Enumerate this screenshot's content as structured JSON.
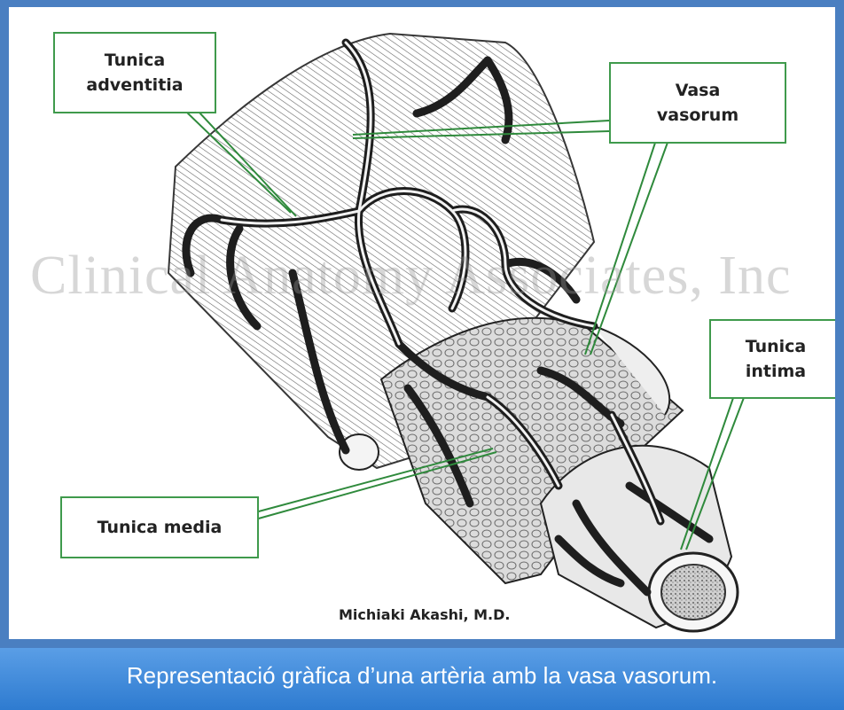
{
  "labels": {
    "tunica_adventitia": [
      "Tunica",
      "adventitia"
    ],
    "vasa_vasorum": [
      "Vasa",
      "vasorum"
    ],
    "tunica_intima": [
      "Tunica",
      "intima"
    ],
    "tunica_media": "Tunica media"
  },
  "watermark": "Clinical Anatomy Associates, Inc",
  "credit": "Michiaki Akashi, M.D.",
  "caption": "Representació gràfica d’una artèria amb la vasa vasorum.",
  "colors": {
    "frame": "#4a7fc1",
    "label_border": "#3f9a4c",
    "leader_line": "#2f8a3c",
    "caption_bg": "#3f8ada",
    "caption_text": "#ffffff"
  }
}
